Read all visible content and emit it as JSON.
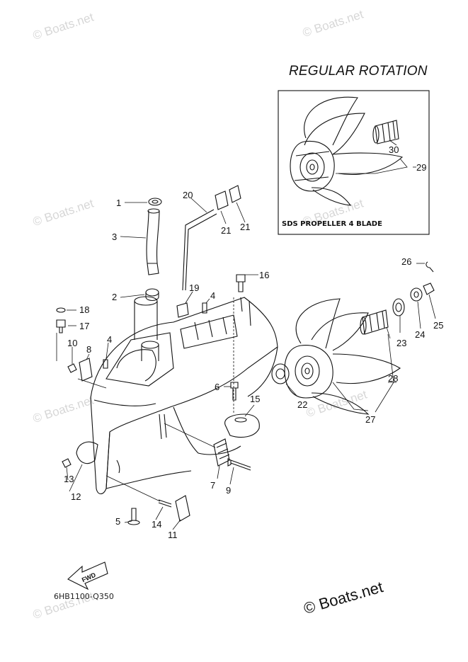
{
  "title": "REGULAR ROTATION",
  "inset": {
    "label": "SDS PROPELLER 4 BLADE"
  },
  "diagram_code": "6HB1100-Q350",
  "fwd_label": "FWD",
  "copyright": "© Boats.net",
  "watermark": "© Boats.net",
  "callouts": [
    "1",
    "2",
    "3",
    "4",
    "4",
    "5",
    "6",
    "7",
    "8",
    "9",
    "10",
    "11",
    "12",
    "13",
    "14",
    "15",
    "16",
    "17",
    "18",
    "19",
    "20",
    "21",
    "21",
    "22",
    "23",
    "24",
    "25",
    "26",
    "27",
    "28",
    "29",
    "30"
  ]
}
